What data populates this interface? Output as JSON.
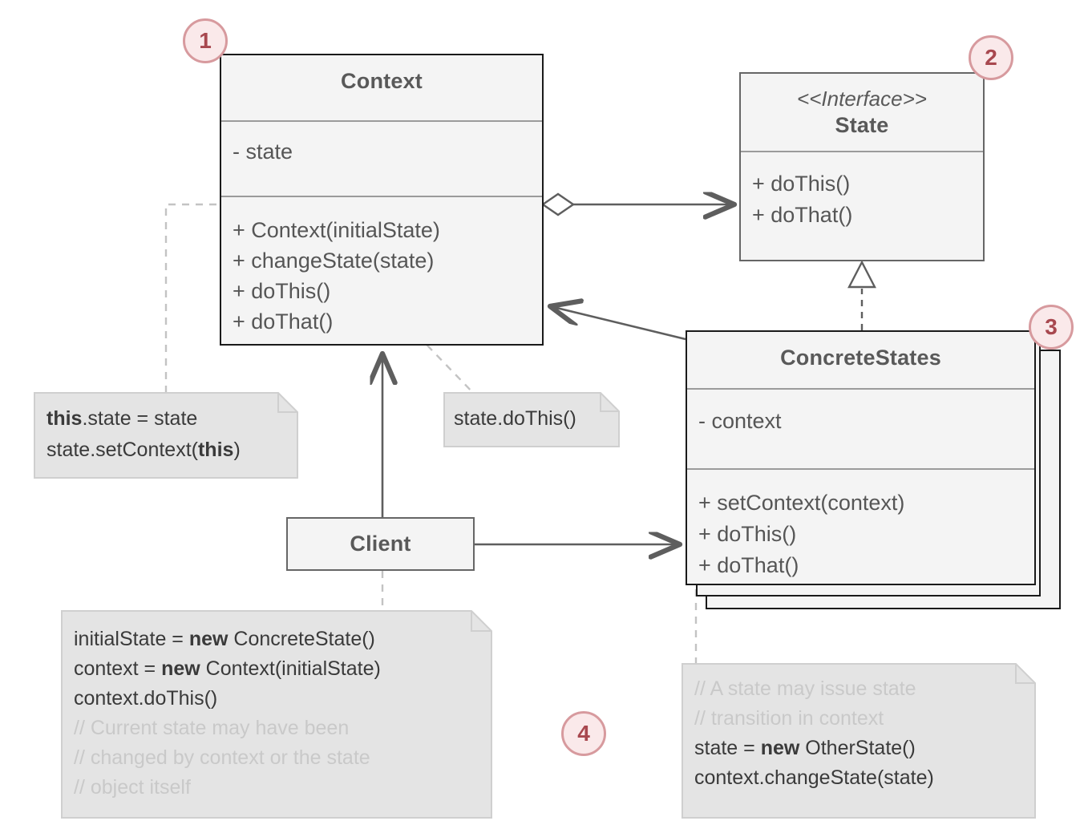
{
  "diagram": {
    "title": "State design pattern UML class diagram",
    "background": "#ffffff",
    "colors": {
      "box_fill": "#f4f4f4",
      "box_border_dark": "#1a1a1a",
      "box_border_soft": "#666666",
      "divider": "#9b9b9b",
      "text": "#565656",
      "note_fill": "#e4e4e4",
      "note_border": "#cfcfcf",
      "note_text": "#3a3a3a",
      "comment_text": "#c9c9c9",
      "connector": "#5e5e5e",
      "dashed": "#c3c3c3",
      "badge_fill": "#fae9ea",
      "badge_border": "#d79a9e",
      "badge_text": "#a8484f"
    }
  },
  "classes": {
    "context": {
      "name": "Context",
      "attributes": [
        "- state"
      ],
      "operations": [
        "+ Context(initialState)",
        "+ changeState(state)",
        "+ doThis()",
        "+ doThat()"
      ]
    },
    "state": {
      "stereotype": "<<Interface>>",
      "name": "State",
      "attributes": [],
      "operations": [
        "+ doThis()",
        "+ doThat()"
      ]
    },
    "concrete_states": {
      "name": "ConcreteStates",
      "attributes": [
        "- context"
      ],
      "operations": [
        "+ setContext(context)",
        "+ doThis()",
        "+ doThat()"
      ],
      "stacked": true
    },
    "client": {
      "name": "Client",
      "attributes": [],
      "operations": []
    }
  },
  "notes": {
    "context_constructor": {
      "lines": [
        [
          {
            "t": "this",
            "bold": true
          },
          {
            "t": ".state = state"
          }
        ],
        [
          {
            "t": "state.setContext("
          },
          {
            "t": "this",
            "bold": true
          },
          {
            "t": ")"
          }
        ]
      ]
    },
    "delegate_call": {
      "lines": [
        [
          {
            "t": "state.doThis()"
          }
        ]
      ]
    },
    "client_code": {
      "lines": [
        [
          {
            "t": "initialState = "
          },
          {
            "t": "new",
            "bold": true
          },
          {
            "t": " ConcreteState()"
          }
        ],
        [
          {
            "t": "context = "
          },
          {
            "t": "new",
            "bold": true
          },
          {
            "t": " Context(initialState)"
          }
        ],
        [
          {
            "t": "context.doThis()"
          }
        ],
        [
          {
            "t": "// Current state may have been",
            "dim": true
          }
        ],
        [
          {
            "t": "// changed by context or the state",
            "dim": true
          }
        ],
        [
          {
            "t": "// object itself",
            "dim": true
          }
        ]
      ]
    },
    "state_transition": {
      "lines": [
        [
          {
            "t": "// A state may issue state",
            "dim": true
          }
        ],
        [
          {
            "t": "// transition in context",
            "dim": true
          }
        ],
        [
          {
            "t": "state = "
          },
          {
            "t": "new",
            "bold": true
          },
          {
            "t": " OtherState()"
          }
        ],
        [
          {
            "t": "context.changeState(state)"
          }
        ]
      ]
    }
  },
  "badges": [
    {
      "label": "1",
      "target": "context"
    },
    {
      "label": "2",
      "target": "state"
    },
    {
      "label": "3",
      "target": "concrete-states"
    },
    {
      "label": "4",
      "target": "client-code-note"
    }
  ],
  "relationships": [
    {
      "kind": "aggregation",
      "from": "Context",
      "to": "State",
      "source_decoration": "hollow-diamond",
      "target_decoration": "open-arrow"
    },
    {
      "kind": "realization",
      "from": "ConcreteStates",
      "to": "State",
      "line": "dashed",
      "target_decoration": "hollow-triangle"
    },
    {
      "kind": "association",
      "from": "ConcreteStates",
      "to": "Context",
      "target_decoration": "open-arrow"
    },
    {
      "kind": "association",
      "from": "Client",
      "to": "Context",
      "target_decoration": "open-arrow"
    },
    {
      "kind": "association",
      "from": "Client",
      "to": "ConcreteStates",
      "target_decoration": "open-arrow"
    },
    {
      "kind": "note-anchor",
      "from": "context_constructor",
      "to": "Context"
    },
    {
      "kind": "note-anchor",
      "from": "delegate_call",
      "to": "Context"
    },
    {
      "kind": "note-anchor",
      "from": "client_code",
      "to": "Client"
    },
    {
      "kind": "note-anchor",
      "from": "state_transition",
      "to": "ConcreteStates"
    }
  ]
}
